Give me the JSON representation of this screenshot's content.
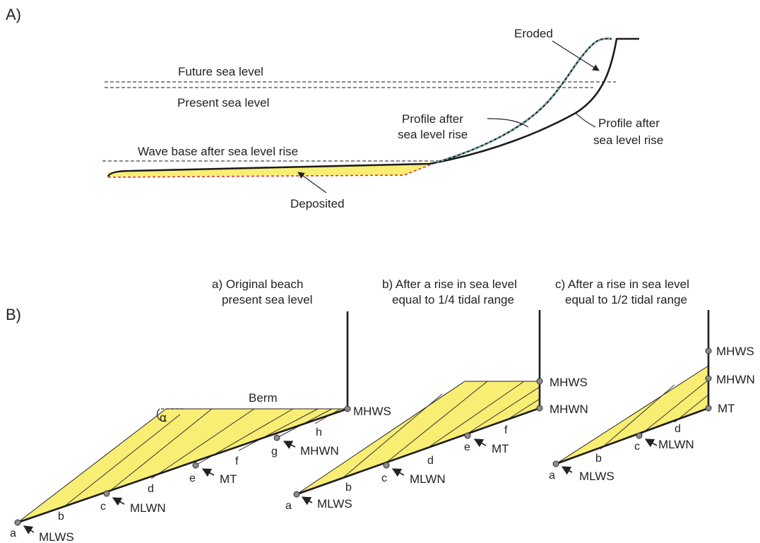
{
  "colors": {
    "sediment_fill": "#f8ee74",
    "eroded_line": "#6fd0e8",
    "deposited_line": "#d9342b",
    "profile": "#1c1c1c"
  },
  "panel_a": {
    "tag": "A)",
    "future_sea_level": "Future sea  level",
    "present_sea_level": "Present sea level",
    "wave_base": "Wave base after sea level rise",
    "eroded": "Eroded",
    "deposited": "Deposited",
    "profile_after_1": "Profile after",
    "profile_after_2": "sea level rise",
    "profile_after_b1": "Profile after",
    "profile_after_b2": "sea level rise"
  },
  "panel_b": {
    "tag": "B)",
    "a_title_1": "a) Original beach",
    "a_title_2": "present sea level",
    "b_title_1": "b) After a rise in sea level",
    "b_title_2": "equal to 1/4 tidal range",
    "c_title_1": "c) After a rise in sea level",
    "c_title_2": "equal to 1/2 tidal range",
    "berm": "Berm",
    "alpha": "α",
    "points": {
      "a": "a",
      "b": "b",
      "c": "c",
      "d": "d",
      "e": "e",
      "f": "f",
      "g": "g",
      "h": "h"
    },
    "tides": {
      "mlws": "MLWS",
      "mlwn": "MLWN",
      "mt": "MT",
      "mhwn": "MHWN",
      "mhws": "MHWS"
    }
  }
}
